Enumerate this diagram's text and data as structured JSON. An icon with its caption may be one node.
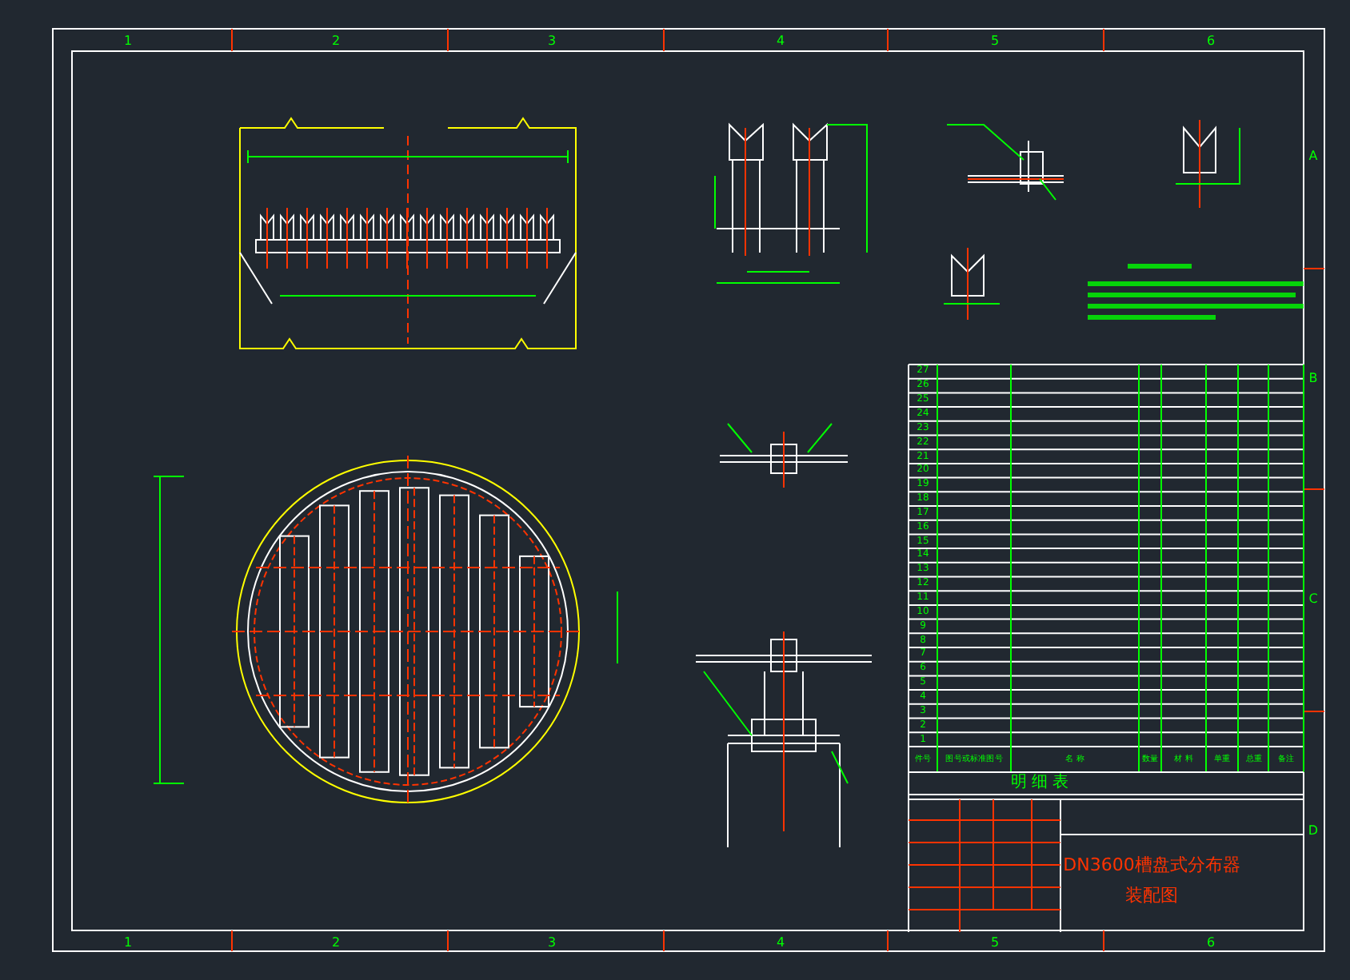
{
  "diagram": {
    "title": "DN3600槽盘式分布器",
    "labels": [
      "1",
      "2",
      "3",
      "4",
      "5",
      "6",
      "A",
      "B",
      "C",
      "D",
      "27",
      "26",
      "25",
      "24",
      "23",
      "22",
      "21",
      "20",
      "19",
      "18",
      "17",
      "16",
      "15",
      "14",
      "13",
      "12",
      "11",
      "10",
      "9",
      "8",
      "7",
      "6",
      "5",
      "4",
      "3",
      "2",
      "1",
      "件号",
      "图号或标准图号",
      "名 称",
      "数量",
      "材 料",
      "单重",
      "总重",
      "备注",
      "明 细 表",
      "装配图",
      "1",
      "2",
      "3",
      "4",
      "5",
      "6"
    ]
  }
}
